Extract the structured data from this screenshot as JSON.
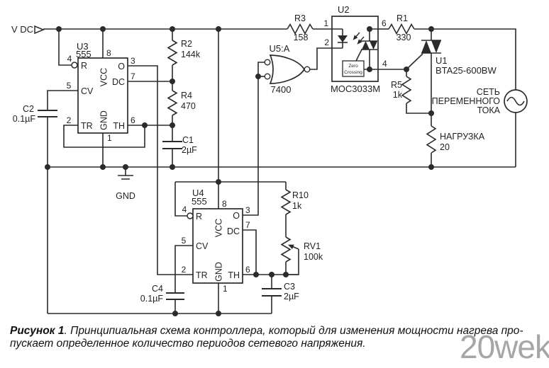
{
  "colors": {
    "line": "#2b2b2b",
    "text": "#231f20",
    "watermark": "#a6a6a6",
    "background": "#ffffff"
  },
  "schematic": {
    "power_input": {
      "label": "V DC"
    },
    "timer_u3": {
      "ref": "U3",
      "part": "555"
    },
    "timer_u4": {
      "ref": "U4",
      "part": "555"
    },
    "timer_pins": {
      "reset": "R",
      "vcc": "VCC",
      "out": "O",
      "discharge": "DC",
      "control": "CV",
      "trigger": "TR",
      "threshold": "TH",
      "ground": "GND",
      "n1": "1",
      "n2": "2",
      "n3": "3",
      "n4": "4",
      "n5": "5",
      "n6": "6",
      "n7": "7",
      "n8": "8"
    },
    "gate_u5": {
      "ref": "U5:A",
      "part": "7400"
    },
    "opto_u2": {
      "ref": "U2",
      "part": "MOC3033M",
      "zero_crossing_line1": "Zero",
      "zero_crossing_line2": "Crossing",
      "pin1": "1",
      "pin2": "2",
      "pin6": "6",
      "pin4": "4"
    },
    "triac_u1": {
      "ref": "U1",
      "part": "BTA25-600BW"
    },
    "resistors": {
      "r1": {
        "ref": "R1",
        "value": "330"
      },
      "r2": {
        "ref": "R2",
        "value": "144k"
      },
      "r3": {
        "ref": "R3",
        "value": "158"
      },
      "r4": {
        "ref": "R4",
        "value": "470"
      },
      "r5": {
        "ref": "R5",
        "value": "1k"
      },
      "r10": {
        "ref": "R10",
        "value": "1k"
      }
    },
    "potentiometer_rv1": {
      "ref": "RV1",
      "value": "100k"
    },
    "capacitors": {
      "c1": {
        "ref": "C1",
        "value": "2µF"
      },
      "c2": {
        "ref": "C2",
        "value": "0.1µF"
      },
      "c3": {
        "ref": "C3",
        "value": "2µF"
      },
      "c4": {
        "ref": "C4",
        "value": "0.1µF"
      }
    },
    "load": {
      "name": "НАГРУЗКА",
      "value": "20"
    },
    "ac_mains": {
      "line1": "СЕТЬ",
      "line2": "ПЕРЕМЕННОГО",
      "line3": "ТОКА"
    },
    "ground_label": "GND"
  },
  "caption": {
    "figure_label": "Рисунок 1",
    "line1_rest": ". Принципиальная схема контроллера, который для изменения мощности нагрева про-",
    "line2": "пускает определенное количество периодов сетевого напряжения."
  },
  "watermark": "20wek"
}
